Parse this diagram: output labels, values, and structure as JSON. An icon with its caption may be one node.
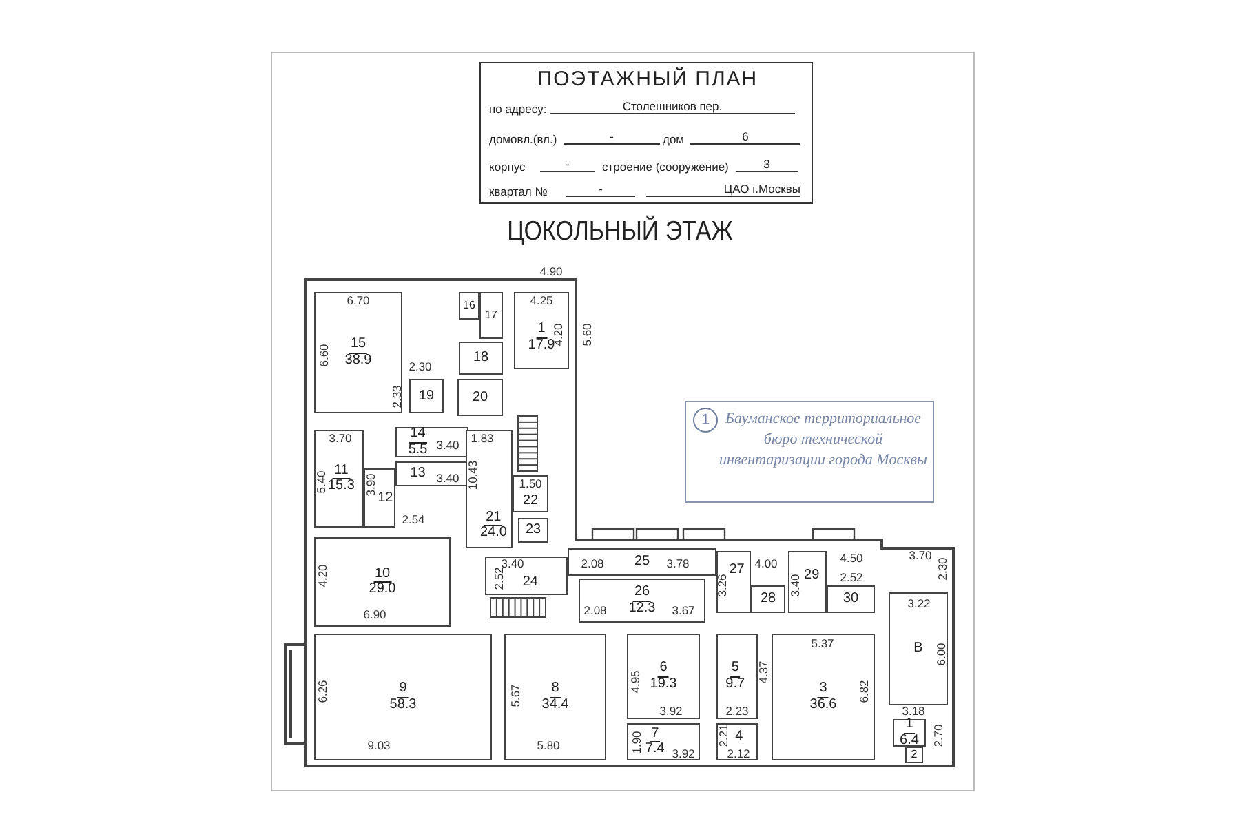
{
  "diagram": {
    "title": "ЦОКОЛЬНЫЙ ЭТАЖ",
    "nodes": [
      {
        "text": [
          "ПОЭТАЖНЫЙ ПЛАН",
          "по адресу:",
          "Столешников пер.",
          "домовл.(вл.)",
          "-",
          "дом",
          "6",
          "корпус",
          "-",
          "строение (сооружение)",
          "3",
          "квартал №",
          "-",
          "ЦАО г.Москвы"
        ]
      },
      {
        "text": [
          "1",
          "Бауманское территориальное бюро технической инвентаризации города Москвы"
        ]
      },
      {
        "text": [
          "15",
          "38.9"
        ]
      },
      {
        "text": [
          "16"
        ]
      },
      {
        "text": [
          "17"
        ]
      },
      {
        "text": [
          "1",
          "17.9"
        ]
      },
      {
        "text": [
          "18"
        ]
      },
      {
        "text": [
          "19"
        ]
      },
      {
        "text": [
          "20"
        ]
      },
      {
        "text": [
          "14",
          "5.5"
        ]
      },
      {
        "text": [
          "11",
          "15.3"
        ]
      },
      {
        "text": [
          "13"
        ]
      },
      {
        "text": [
          "21",
          "24.0"
        ]
      },
      {
        "text": [
          "22"
        ]
      },
      {
        "text": [
          "12"
        ]
      },
      {
        "text": [
          "23"
        ]
      },
      {
        "text": [
          "10",
          "29.0"
        ]
      },
      {
        "text": [
          "24"
        ]
      },
      {
        "text": [
          "25"
        ]
      },
      {
        "text": [
          "27"
        ]
      },
      {
        "text": [
          "29"
        ]
      },
      {
        "text": [
          "26",
          "12.3"
        ]
      },
      {
        "text": [
          "28"
        ]
      },
      {
        "text": [
          "30"
        ]
      },
      {
        "text": [
          "В"
        ]
      },
      {
        "text": [
          "9",
          "58.3"
        ]
      },
      {
        "text": [
          "8",
          "34.4"
        ]
      },
      {
        "text": [
          "6",
          "19.3"
        ]
      },
      {
        "text": [
          "5",
          "9.7"
        ]
      },
      {
        "text": [
          "3",
          "36.6"
        ]
      },
      {
        "text": [
          "7",
          "7.4"
        ]
      },
      {
        "text": [
          "4"
        ]
      },
      {
        "text": [
          "1",
          "6.4"
        ]
      },
      {
        "text": [
          "2"
        ]
      }
    ],
    "labels": [
      "4.90",
      "6.70",
      "4.25",
      "6.60",
      "4.20",
      "5.60",
      "2.30",
      "2.33",
      "3.70",
      "3.40",
      "1.83",
      "5.40",
      "3.90",
      "3.40",
      "10.43",
      "1.50",
      "2.54",
      "4.20",
      "2.52",
      "3.40",
      "2.08",
      "3.78",
      "3.26",
      "4.00",
      "3.40",
      "4.50",
      "2.52",
      "3.70",
      "2.30",
      "6.90",
      "2.08",
      "3.67",
      "3.22",
      "5.37",
      "6.26",
      "5.67",
      "4.95",
      "4.37",
      "6.82",
      "6.00",
      "3.92",
      "2.23",
      "3.18",
      "9.03",
      "5.80",
      "1.90",
      "3.92",
      "2.21",
      "2.12",
      "2.70"
    ]
  }
}
